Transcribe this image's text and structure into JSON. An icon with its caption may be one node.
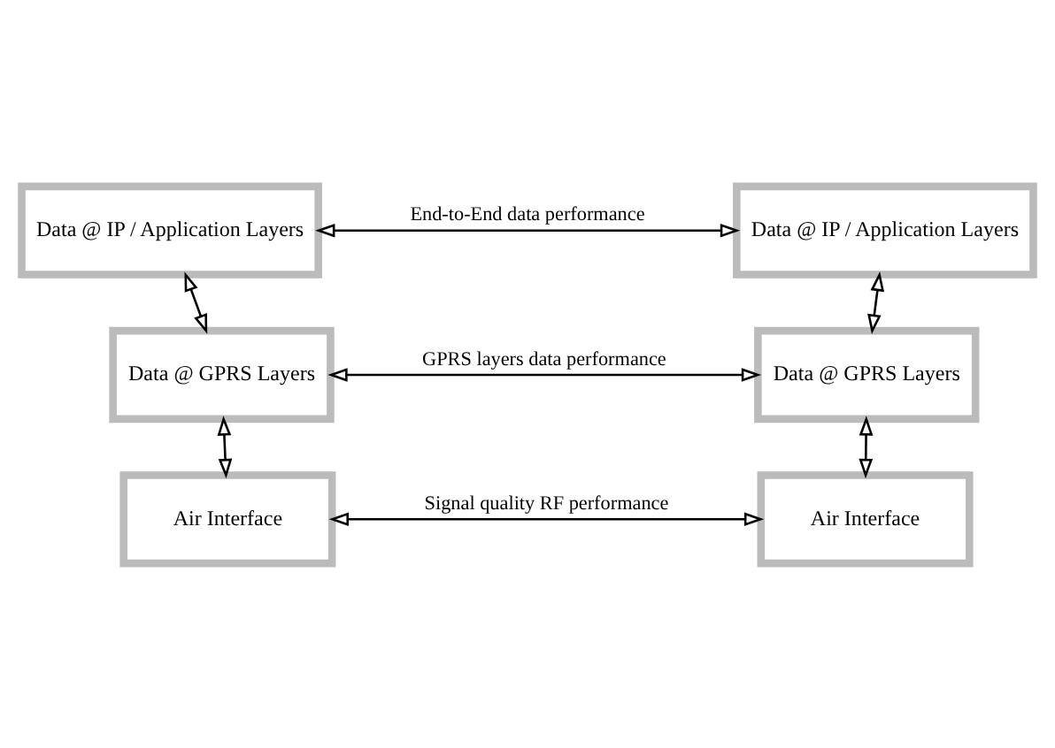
{
  "diagram": {
    "nodes": [
      {
        "text": [
          "Data @ IP / Application Layers"
        ]
      },
      {
        "text": [
          "Data @ IP / Application Layers"
        ]
      },
      {
        "text": [
          "Data @ GPRS Layers"
        ]
      },
      {
        "text": [
          "Data @ GPRS Layers"
        ]
      },
      {
        "text": [
          "Air Interface"
        ]
      },
      {
        "text": [
          "Air Interface"
        ]
      }
    ],
    "edges": [
      {
        "from": 0,
        "to": 1,
        "arrow": "both",
        "label": "End-to-End data performance"
      },
      {
        "from": 0,
        "to": 2,
        "arrow": "both"
      },
      {
        "from": 1,
        "to": 3,
        "arrow": "both"
      },
      {
        "from": 2,
        "to": 3,
        "arrow": "both",
        "label": "GPRS layers data performance"
      },
      {
        "from": 2,
        "to": 4,
        "arrow": "both"
      },
      {
        "from": 3,
        "to": 5,
        "arrow": "both"
      },
      {
        "from": 4,
        "to": 5,
        "arrow": "both",
        "label": "Signal quality RF performance"
      }
    ]
  }
}
